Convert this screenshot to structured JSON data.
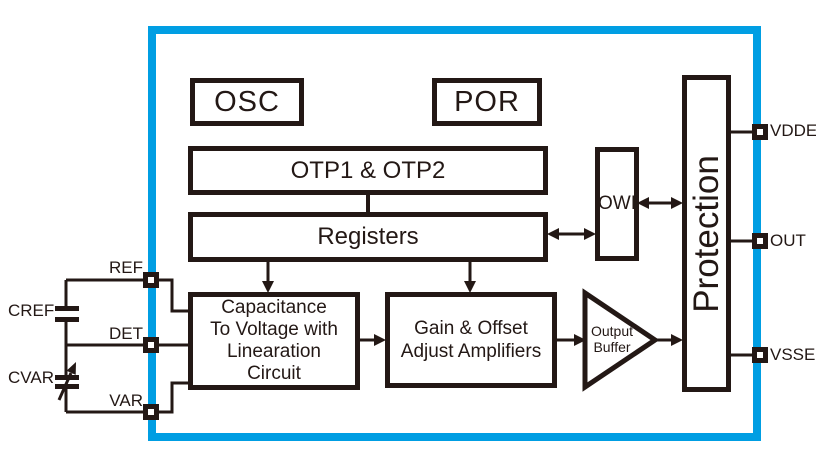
{
  "colors": {
    "chip_border": "#009EE3",
    "line": "#231815",
    "background": "#FFFFFF"
  },
  "blocks": {
    "osc": {
      "label": "OSC"
    },
    "por": {
      "label": "POR"
    },
    "otp": {
      "label": "OTP1 & OTP2"
    },
    "registers": {
      "label": "Registers"
    },
    "owi": {
      "label": "OWI"
    },
    "protection": {
      "label": "Protection"
    },
    "c2v": {
      "label": "Capacitance\nTo Voltage with\nLinearation\nCircuit"
    },
    "gain": {
      "label": "Gain & Offset\nAdjust Amplifiers"
    },
    "output_buffer": {
      "label": "Output\nBuffer"
    }
  },
  "pins": {
    "left": [
      {
        "label": "REF"
      },
      {
        "label": "DET"
      },
      {
        "label": "VAR"
      }
    ],
    "right": [
      {
        "label": "VDDE"
      },
      {
        "label": "OUT"
      },
      {
        "label": "VSSE"
      }
    ]
  },
  "external_components": {
    "cref": {
      "label": "CREF",
      "type": "fixed-capacitor"
    },
    "cvar": {
      "label": "CVAR",
      "type": "variable-capacitor"
    }
  }
}
